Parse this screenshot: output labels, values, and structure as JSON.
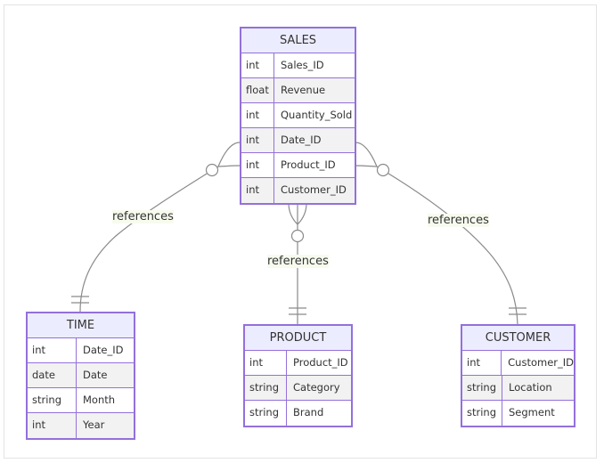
{
  "entities": {
    "sales": {
      "title": "SALES",
      "attributes": [
        {
          "type": "int",
          "name": "Sales_ID"
        },
        {
          "type": "float",
          "name": "Revenue"
        },
        {
          "type": "int",
          "name": "Quantity_Sold"
        },
        {
          "type": "int",
          "name": "Date_ID"
        },
        {
          "type": "int",
          "name": "Product_ID"
        },
        {
          "type": "int",
          "name": "Customer_ID"
        }
      ]
    },
    "time": {
      "title": "TIME",
      "attributes": [
        {
          "type": "int",
          "name": "Date_ID"
        },
        {
          "type": "date",
          "name": "Date"
        },
        {
          "type": "string",
          "name": "Month"
        },
        {
          "type": "int",
          "name": "Year"
        }
      ]
    },
    "product": {
      "title": "PRODUCT",
      "attributes": [
        {
          "type": "int",
          "name": "Product_ID"
        },
        {
          "type": "string",
          "name": "Category"
        },
        {
          "type": "string",
          "name": "Brand"
        }
      ]
    },
    "customer": {
      "title": "CUSTOMER",
      "attributes": [
        {
          "type": "int",
          "name": "Customer_ID"
        },
        {
          "type": "string",
          "name": "Location"
        },
        {
          "type": "string",
          "name": "Segment"
        }
      ]
    }
  },
  "relationships": [
    {
      "from": "SALES",
      "to": "TIME",
      "label": "references",
      "from_cardinality": "zero-or-many",
      "to_cardinality": "exactly-one"
    },
    {
      "from": "SALES",
      "to": "PRODUCT",
      "label": "references",
      "from_cardinality": "zero-or-many",
      "to_cardinality": "exactly-one"
    },
    {
      "from": "SALES",
      "to": "CUSTOMER",
      "label": "references",
      "from_cardinality": "zero-or-many",
      "to_cardinality": "exactly-one"
    }
  ],
  "colors": {
    "entity_border": "#9370db",
    "entity_header": "#ececff",
    "row_odd": "#ffffff",
    "row_even": "#f2f2f2",
    "edge": "#888888"
  }
}
